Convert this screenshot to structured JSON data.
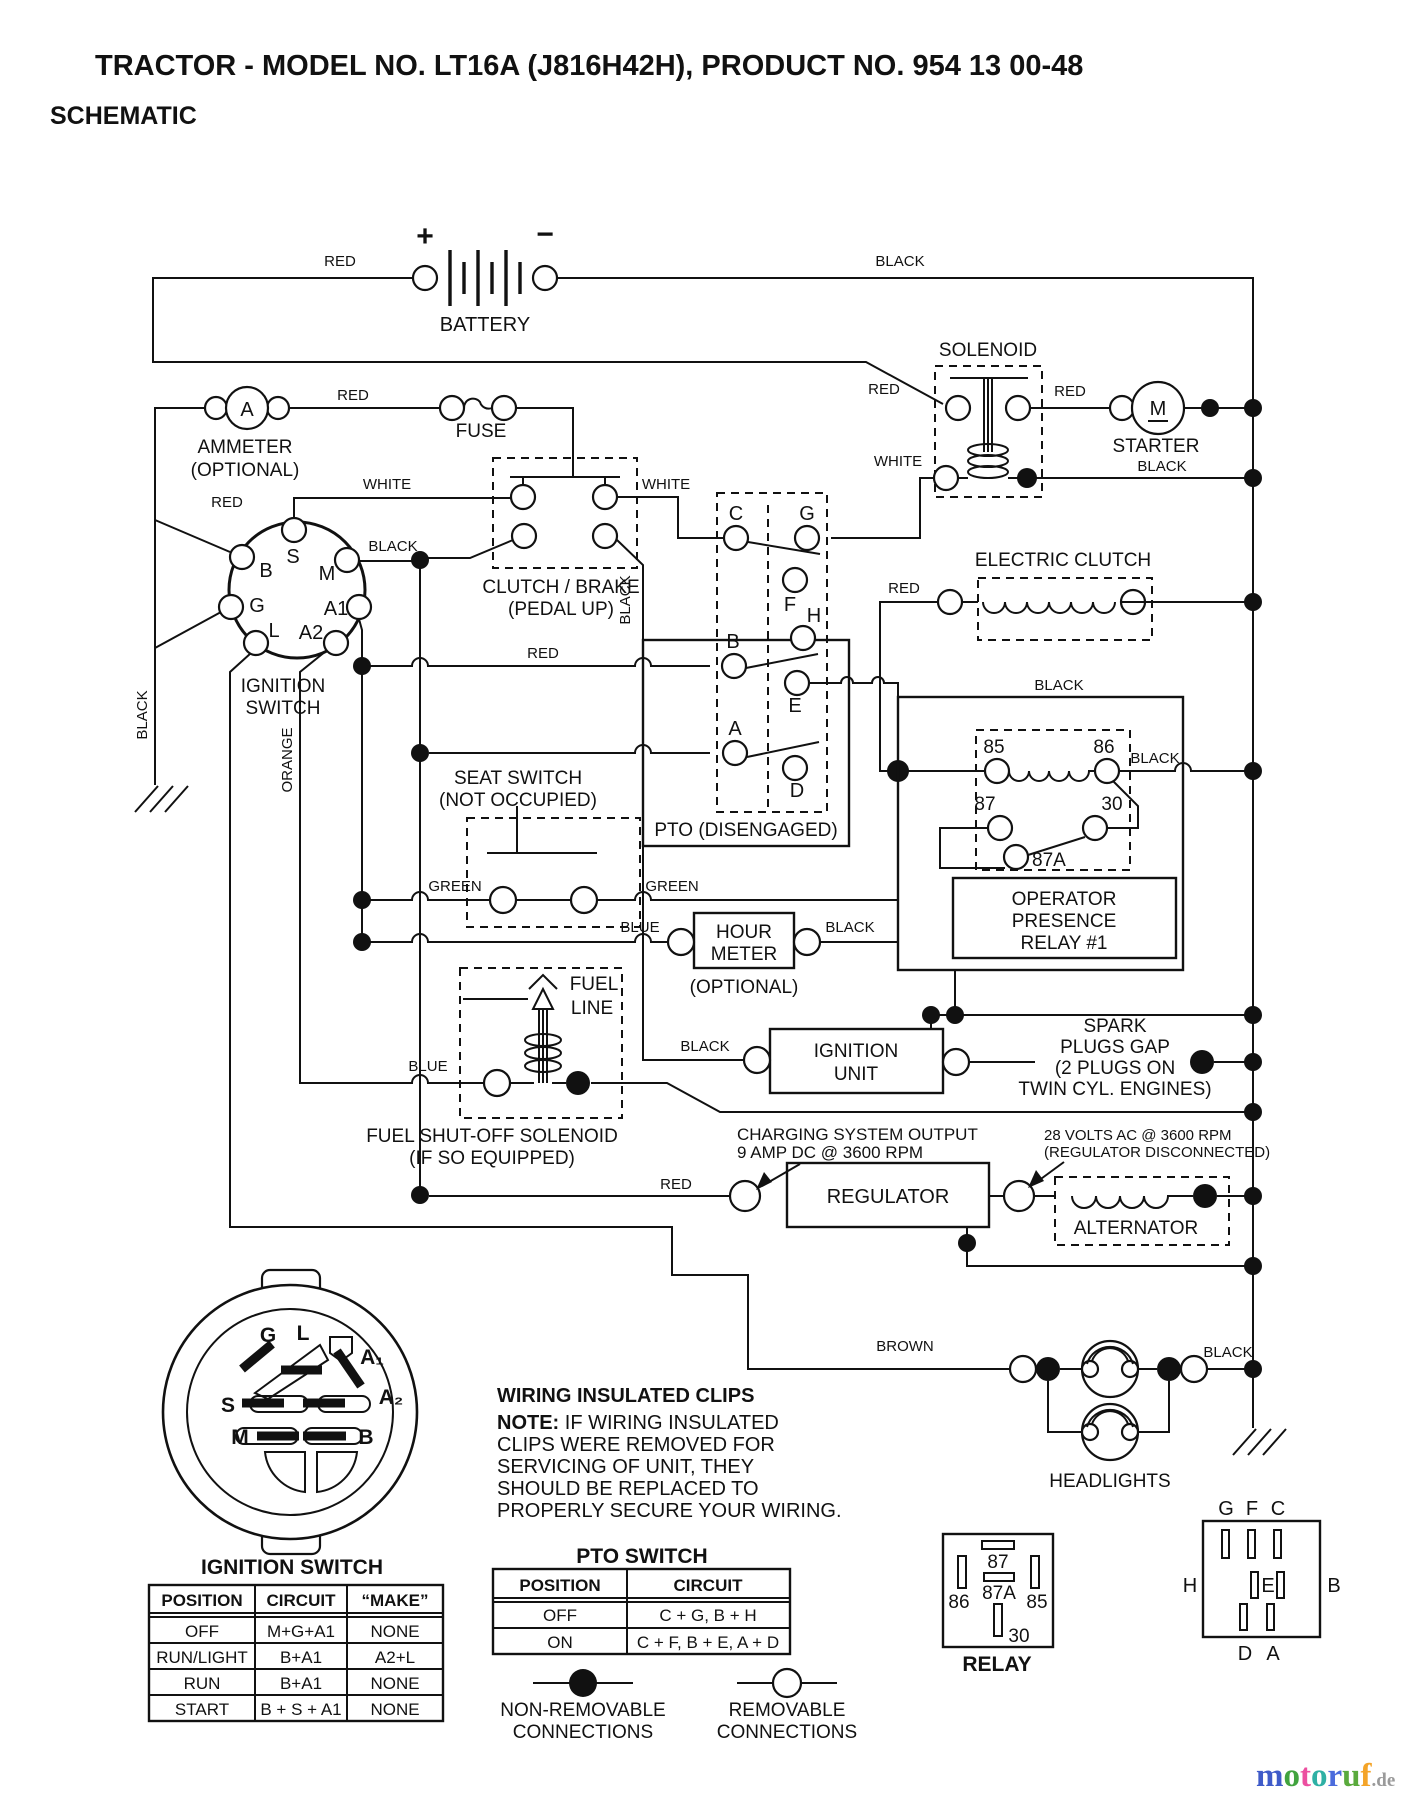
{
  "page": {
    "title": "TRACTOR - MODEL NO. LT16A (J816H42H),  PRODUCT NO. 954 13 00-48",
    "subtitle": "SCHEMATIC"
  },
  "wire": {
    "red": "RED",
    "black": "BLACK",
    "white": "WHITE",
    "green": "GREEN",
    "blue": "BLUE",
    "orange": "ORANGE",
    "brown": "BROWN"
  },
  "battery": {
    "label": "BATTERY",
    "plus": "+",
    "minus": "−"
  },
  "ammeter": {
    "a": "A",
    "line1": "AMMETER",
    "line2": "(OPTIONAL)"
  },
  "fuse": {
    "label": "FUSE"
  },
  "solenoid": {
    "label": "SOLENOID"
  },
  "starter": {
    "label": "STARTER",
    "m": "M"
  },
  "ignition_switch": {
    "caption1": "IGNITION",
    "caption2": "SWITCH",
    "terminals": {
      "s": "S",
      "b": "B",
      "m": "M",
      "g": "G",
      "a1": "A1",
      "l": "L",
      "a2": "A2"
    }
  },
  "clutch_brake": {
    "line1": "CLUTCH / BRAKE",
    "line2": "(PEDAL UP)"
  },
  "pto": {
    "caption": "PTO (DISENGAGED)",
    "terminals": {
      "c": "C",
      "g": "G",
      "f": "F",
      "h": "H",
      "b": "B",
      "e": "E",
      "a": "A",
      "d": "D"
    }
  },
  "electric_clutch": {
    "label": "ELECTRIC CLUTCH"
  },
  "seat_switch": {
    "line1": "SEAT SWITCH",
    "line2": "(NOT OCCUPIED)"
  },
  "relay1": {
    "line1": "OPERATOR",
    "line2": "PRESENCE",
    "line3": "RELAY #1",
    "t85": "85",
    "t86": "86",
    "t87": "87",
    "t30": "30",
    "t87a": "87A"
  },
  "hour_meter": {
    "line1": "HOUR",
    "line2": "METER",
    "optional": "(OPTIONAL)"
  },
  "fuel": {
    "line1": "FUEL",
    "line2": "LINE",
    "caption1": "FUEL SHUT-OFF SOLENOID",
    "caption2": "(IF SO EQUIPPED)"
  },
  "ignition_unit": {
    "line1": "IGNITION",
    "line2": "UNIT"
  },
  "spark": {
    "line1": "SPARK",
    "line2": "PLUGS GAP",
    "line3": "(2 PLUGS ON",
    "line4": "TWIN CYL. ENGINES)"
  },
  "regulator": {
    "label": "REGULATOR",
    "note1": "CHARGING SYSTEM OUTPUT",
    "note2": "9 AMP DC @ 3600 RPM"
  },
  "alternator": {
    "label": "ALTERNATOR",
    "note1": "28 VOLTS AC @ 3600 RPM",
    "note2": "(REGULATOR DISCONNECTED)"
  },
  "headlights": {
    "label": "HEADLIGHTS"
  },
  "note": {
    "title": "WIRING INSULATED CLIPS",
    "bold": "NOTE:",
    "rest": " IF WIRING INSULATED",
    "lines": [
      "CLIPS WERE REMOVED FOR",
      "SERVICING OF UNIT, THEY",
      "SHOULD BE REPLACED TO",
      "PROPERLY SECURE YOUR WIRING."
    ]
  },
  "connector_face": {
    "caption": "IGNITION SWITCH",
    "g": "G",
    "l": "L",
    "a1": "A₁",
    "a2": "A₂",
    "s": "S",
    "m": "M",
    "b": "B"
  },
  "ignition_table": {
    "headers": [
      "POSITION",
      "CIRCUIT",
      "“MAKE”"
    ],
    "rows": [
      [
        "OFF",
        "M+G+A1",
        "NONE"
      ],
      [
        "RUN/LIGHT",
        "B+A1",
        "A2+L"
      ],
      [
        "RUN",
        "B+A1",
        "NONE"
      ],
      [
        "START",
        "B + S + A1",
        "NONE"
      ]
    ]
  },
  "pto_table": {
    "title": "PTO SWITCH",
    "headers": [
      "POSITION",
      "CIRCUIT"
    ],
    "rows": [
      [
        "OFF",
        "C + G, B + H"
      ],
      [
        "ON",
        "C + F, B + E, A + D"
      ]
    ]
  },
  "legend": {
    "non1": "NON-REMOVABLE",
    "non2": "CONNECTIONS",
    "rem1": "REMOVABLE",
    "rem2": "CONNECTIONS"
  },
  "relay_detail": {
    "caption": "RELAY",
    "t87": "87",
    "t87a": "87A",
    "t86": "86",
    "t85": "85",
    "t30": "30"
  },
  "connector_detail": {
    "g": "G",
    "f": "F",
    "c": "C",
    "h": "H",
    "e": "E",
    "b": "B",
    "d": "D",
    "a": "A"
  },
  "watermark": {
    "letters": [
      {
        "t": "m",
        "c": "#3f5bc9"
      },
      {
        "t": "o",
        "c": "#41a33e"
      },
      {
        "t": "t",
        "c": "#ec4fa0"
      },
      {
        "t": "o",
        "c": "#2fb0a5"
      },
      {
        "t": "r",
        "c": "#4b6bdc"
      },
      {
        "t": "u",
        "c": "#5aaa3c"
      },
      {
        "t": "f",
        "c": "#f4a428"
      }
    ],
    "suffix": ".de",
    "suffix_color": "#9a9a9a"
  }
}
